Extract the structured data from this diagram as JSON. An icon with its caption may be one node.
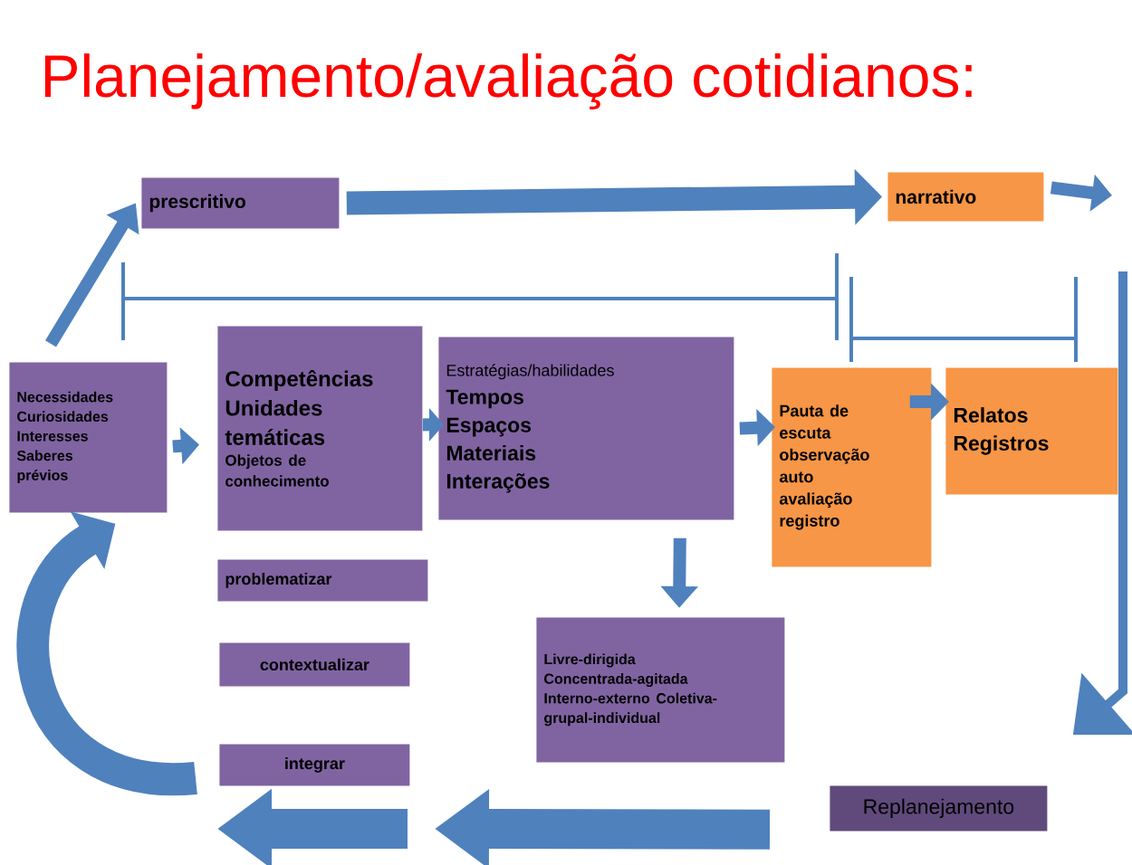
{
  "diagram": {
    "title": "Planejamento/avaliação cotidianos:",
    "nodes": [
      {
        "text": [
          "Necessidades Curiosidades Interesses Saberes prévios"
        ]
      },
      {
        "text": [
          "prescritivo"
        ]
      },
      {
        "text": [
          "narrativo"
        ]
      },
      {
        "text": [
          "Competências Unidades temáticas",
          "Objetos de conhecimento"
        ]
      },
      {
        "text": [
          "Estratégias/habilidades",
          "Tempos Espaços Materiais Interações"
        ]
      },
      {
        "text": [
          "Pauta de escuta observação auto avaliação registro"
        ]
      },
      {
        "text": [
          "Relatos Registros"
        ]
      },
      {
        "text": [
          "problematizar"
        ]
      },
      {
        "text": [
          "contextualizar"
        ]
      },
      {
        "text": [
          "integrar"
        ]
      },
      {
        "text": [
          "Livre-dirigida Concentrada-agitada Interno-externo Coletiva-grupal-individual"
        ]
      },
      {
        "text": [
          "Replanejamento"
        ]
      }
    ],
    "edges": [
      {
        "from": 0,
        "to": 1,
        "arrow": "to"
      },
      {
        "from": 1,
        "to": 2,
        "arrow": "to",
        "style": "thick"
      },
      {
        "from": 2,
        "to": null,
        "arrow": "to"
      },
      {
        "from": null,
        "to": 11,
        "arrow": "to"
      },
      {
        "from": 0,
        "to": 3,
        "arrow": "to"
      },
      {
        "from": 3,
        "to": 4,
        "arrow": "to"
      },
      {
        "from": 4,
        "to": 5,
        "arrow": "to"
      },
      {
        "from": 5,
        "to": 6,
        "arrow": "to"
      },
      {
        "from": 4,
        "to": 10,
        "arrow": "to"
      },
      {
        "from": 11,
        "to": null,
        "arrow": "to",
        "style": "thick"
      },
      {
        "from": null,
        "to": 0,
        "arrow": "to",
        "style": "thick"
      }
    ]
  }
}
